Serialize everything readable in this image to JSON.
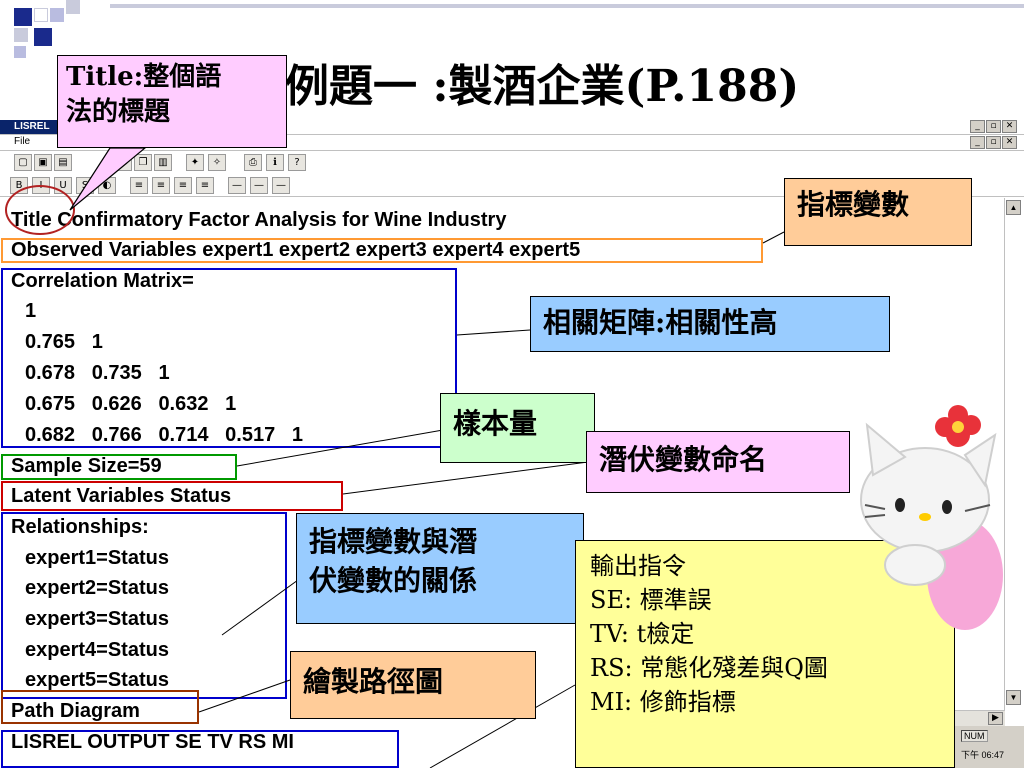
{
  "slide": {
    "title": "例題一 :製酒企業(P.188)"
  },
  "window": {
    "app_title": "LISREL",
    "menu_file": "File",
    "status_num": "NUM",
    "status_clock": "下午 06:47"
  },
  "program": {
    "title_line": "Title Confirmatory Factor Analysis for Wine Industry",
    "observed_line": "Observed Variables expert1 expert2 expert3 expert4 expert5",
    "corr_header": "Correlation Matrix=",
    "corr_rows": [
      "1",
      "0.765   1",
      "0.678   0.735   1",
      "0.675   0.626   0.632   1",
      "0.682   0.766   0.714   0.517   1"
    ],
    "sample_size": "Sample Size=59",
    "latent_line": "Latent Variables Status",
    "relationships_header": "Relationships:",
    "relationships": [
      "expert1=Status",
      "expert2=Status",
      "expert3=Status",
      "expert4=Status",
      "expert5=Status"
    ],
    "path_diagram": "Path Diagram",
    "output_line": "LISREL OUTPUT SE TV RS MI"
  },
  "callouts": {
    "title_note": "Title:整個語法的標題",
    "title_note_a": "Title:整個語",
    "title_note_b": "法的標題",
    "indicator_vars": "指標變數",
    "corr_matrix": "相關矩陣:相關性高",
    "sample_size": "樣本量",
    "latent_naming": "潛伏變數命名",
    "relation_a": "指標變數與潛",
    "relation_b": "伏變數的關係",
    "path_diagram": "繪製路徑圖",
    "output": [
      "輸出指令",
      "SE: 標準誤",
      "TV: t檢定",
      "RS: 常態化殘差與Q圖",
      "MI: 修飾指標"
    ]
  },
  "colors": {
    "title_note_bg": "#ffccff",
    "orange_bg": "#ffcc99",
    "blue_bg": "#99ccff",
    "green_bg": "#ccffcc",
    "pink_bg": "#ffccff",
    "yellow_bg": "#ffff99",
    "orange_border": "#ff9933",
    "blue_border": "#0000cc",
    "green_border": "#009900",
    "red_border": "#cc0000",
    "brown_border": "#993300"
  }
}
